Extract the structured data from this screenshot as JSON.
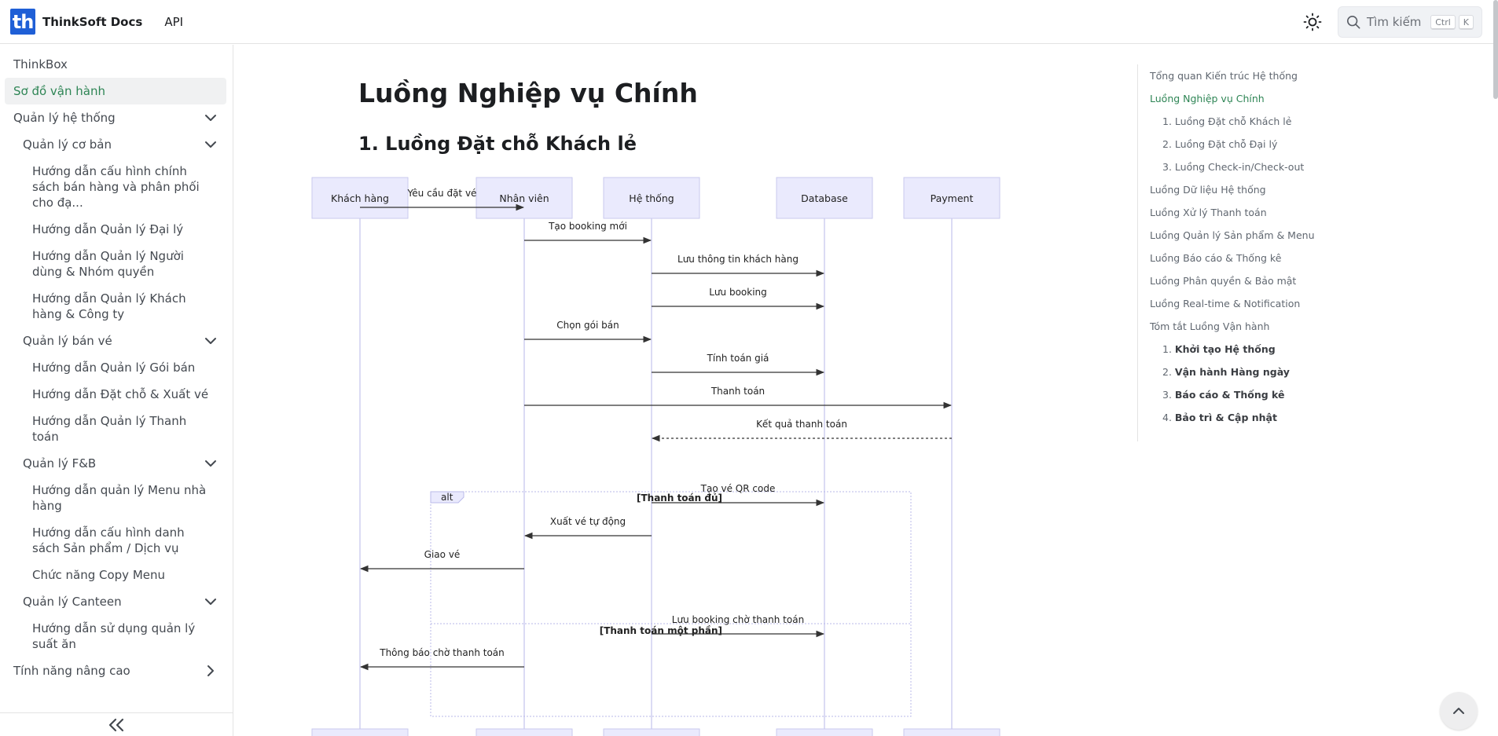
{
  "navbar": {
    "logo_text": "th",
    "brand": "ThinkSoft Docs",
    "link_api": "API",
    "search_placeholder": "Tìm kiếm",
    "kbd_ctrl": "Ctrl",
    "kbd_k": "K"
  },
  "sidebar": {
    "items": [
      {
        "label": "ThinkBox",
        "level": 0,
        "chevron": "none"
      },
      {
        "label": "Sơ đồ vận hành",
        "level": 0,
        "chevron": "none",
        "active": true
      },
      {
        "label": "Quản lý hệ thống",
        "level": 0,
        "chevron": "down"
      },
      {
        "label": "Quản lý cơ bản",
        "level": 1,
        "chevron": "down"
      },
      {
        "label": "Hướng dẫn cấu hình chính sách bán hàng và phân phối cho đạ...",
        "level": 2,
        "chevron": "none"
      },
      {
        "label": "Hướng dẫn Quản lý Đại lý",
        "level": 2,
        "chevron": "none"
      },
      {
        "label": "Hướng dẫn Quản lý Người dùng & Nhóm quyền",
        "level": 2,
        "chevron": "none"
      },
      {
        "label": "Hướng dẫn Quản lý Khách hàng & Công ty",
        "level": 2,
        "chevron": "none"
      },
      {
        "label": "Quản lý bán vé",
        "level": 1,
        "chevron": "down"
      },
      {
        "label": "Hướng dẫn Quản lý Gói bán",
        "level": 2,
        "chevron": "none"
      },
      {
        "label": "Hướng dẫn Đặt chỗ & Xuất vé",
        "level": 2,
        "chevron": "none"
      },
      {
        "label": "Hướng dẫn Quản lý Thanh toán",
        "level": 2,
        "chevron": "none"
      },
      {
        "label": "Quản lý F&B",
        "level": 1,
        "chevron": "down"
      },
      {
        "label": "Hướng dẫn quản lý Menu nhà hàng",
        "level": 2,
        "chevron": "none"
      },
      {
        "label": "Hướng dẫn cấu hình danh sách Sản phẩm / Dịch vụ",
        "level": 2,
        "chevron": "none"
      },
      {
        "label": "Chức năng Copy Menu",
        "level": 2,
        "chevron": "none"
      },
      {
        "label": "Quản lý Canteen",
        "level": 1,
        "chevron": "down"
      },
      {
        "label": "Hướng dẫn sử dụng quản lý suất ăn",
        "level": 2,
        "chevron": "none"
      },
      {
        "label": "Tính năng nâng cao",
        "level": 0,
        "chevron": "right"
      }
    ]
  },
  "main": {
    "title": "Luồng Nghiệp vụ Chính",
    "section": "1. Luồng Đặt chỗ Khách lẻ"
  },
  "diagram": {
    "actors": [
      "Khách hàng",
      "Nhân viên",
      "Hệ thống",
      "Database",
      "Payment"
    ],
    "messages": [
      {
        "from": 0,
        "to": 1,
        "text": "Yêu cầu đặt vé",
        "dashed": false
      },
      {
        "from": 1,
        "to": 2,
        "text": "Tạo booking mới",
        "dashed": false
      },
      {
        "from": 2,
        "to": 3,
        "text": "Lưu thông tin khách hàng",
        "dashed": false
      },
      {
        "from": 2,
        "to": 3,
        "text": "Lưu booking",
        "dashed": false
      },
      {
        "from": 1,
        "to": 2,
        "text": "Chọn gói bán",
        "dashed": false
      },
      {
        "from": 2,
        "to": 3,
        "text": "Tính toán giá",
        "dashed": false
      },
      {
        "from": 1,
        "to": 4,
        "text": "Thanh toán",
        "dashed": false
      },
      {
        "from": 4,
        "to": 2,
        "text": "Kết quả thanh toán",
        "dashed": true
      },
      {
        "from": 2,
        "to": 3,
        "text": "Tạo vé QR code",
        "dashed": false
      },
      {
        "from": 2,
        "to": 1,
        "text": "Xuất vé tự động",
        "dashed": false
      },
      {
        "from": 1,
        "to": 0,
        "text": "Giao vé",
        "dashed": false
      },
      {
        "from": 2,
        "to": 3,
        "text": "Lưu booking chờ thanh toán",
        "dashed": false
      },
      {
        "from": 1,
        "to": 0,
        "text": "Thông báo chờ thanh toán",
        "dashed": false
      }
    ],
    "alt_label": "alt",
    "alt_condition_1": "[Thanh toán đủ]",
    "alt_condition_2": "[Thanh toán một phần]",
    "colors": {
      "actor_fill": "#eaeafd",
      "actor_stroke": "#c9c9ee",
      "lifeline": "#cfcff0",
      "arrow": "#333333",
      "alt_stroke": "#b9b9ea"
    }
  },
  "toc": {
    "items": [
      {
        "label": "Tổng quan Kiến trúc Hệ thống",
        "type": "top"
      },
      {
        "label": "Luồng Nghiệp vụ Chính",
        "type": "top",
        "active": true
      },
      {
        "label": "1. Luồng Đặt chỗ Khách lẻ",
        "type": "sub"
      },
      {
        "label": "2. Luồng Đặt chỗ Đại lý",
        "type": "sub"
      },
      {
        "label": "3. Luồng Check-in/Check-out",
        "type": "sub"
      },
      {
        "label": "Luồng Dữ liệu Hệ thống",
        "type": "top"
      },
      {
        "label": "Luồng Xử lý Thanh toán",
        "type": "top"
      },
      {
        "label": "Luồng Quản lý Sản phẩm & Menu",
        "type": "top"
      },
      {
        "label": "Luồng Báo cáo & Thống kê",
        "type": "top"
      },
      {
        "label": "Luồng Phân quyền & Bảo mật",
        "type": "top"
      },
      {
        "label": "Luồng Real-time & Notification",
        "type": "top"
      },
      {
        "label": "Tóm tắt Luồng Vận hành",
        "type": "top"
      },
      {
        "label": "1. ",
        "bold": "Khởi tạo Hệ thống",
        "type": "subbold"
      },
      {
        "label": "2. ",
        "bold": "Vận hành Hàng ngày",
        "type": "subbold"
      },
      {
        "label": "3. ",
        "bold": "Báo cáo & Thống kê",
        "type": "subbold"
      },
      {
        "label": "4. ",
        "bold": "Bảo trì & Cập nhật",
        "type": "subbold"
      }
    ]
  }
}
